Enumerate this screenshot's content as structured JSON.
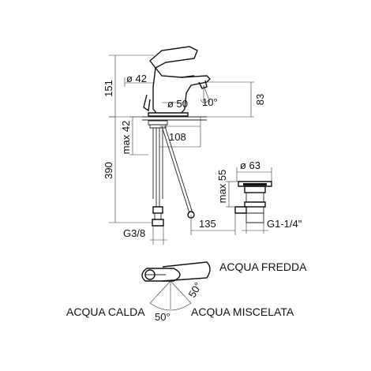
{
  "drawing": {
    "dims": {
      "h_total": "151",
      "d_spout": "ø 42",
      "d_base": "ø 50",
      "angle_spout": "10°",
      "h_spout": "83",
      "max_thickness": "max 42",
      "reach": "108",
      "h_flex": "390",
      "d_waste": "ø 63",
      "max_waste": "max 55",
      "rod_len": "135",
      "thread_left": "G3/8",
      "thread_right": "G1-1/4\""
    },
    "operation": {
      "cold": "ACQUA FREDDA",
      "hot": "ACQUA CALDA",
      "mixed": "ACQUA MISCELATA",
      "angle_left": "50°",
      "angle_right": "50°"
    }
  }
}
